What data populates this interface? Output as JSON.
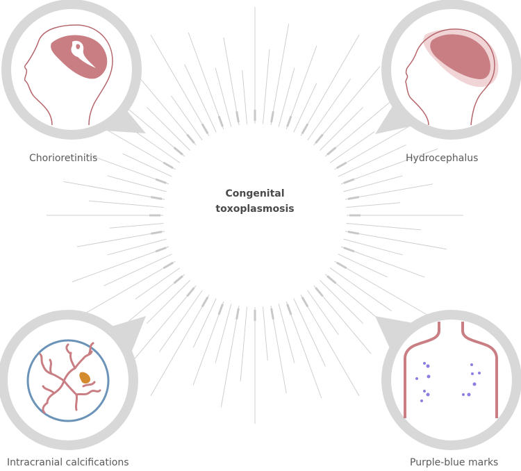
{
  "title": {
    "line1": "Congenital",
    "line2": "toxoplasmosis"
  },
  "symptoms": [
    {
      "id": "chorioretinitis",
      "label": "Chorioretinitis",
      "illustration": "head-with-eye-lesion-icon"
    },
    {
      "id": "hydrocephalus",
      "label": "Hydrocephalus",
      "illustration": "head-with-enlarged-brain-icon"
    },
    {
      "id": "intracranial-calcifications",
      "label": "Intracranial calcifications",
      "illustration": "brain-vessels-calcification-icon"
    },
    {
      "id": "purple-blue-marks",
      "label": "Purple-blue marks",
      "illustration": "torso-with-spots-icon"
    }
  ],
  "colors": {
    "bubble": "#d8d8d8",
    "ray": "#c8c8c8",
    "head_outline": "#b5656c",
    "brain_fill": "#c97e84",
    "brain_halo": "#f0d4d6",
    "vessel": "#c97e84",
    "cranium_ring": "#6b93b8",
    "calcification": "#d48a2e",
    "skin_mark": "#8a7fe0",
    "text": "#5a5a5a"
  }
}
